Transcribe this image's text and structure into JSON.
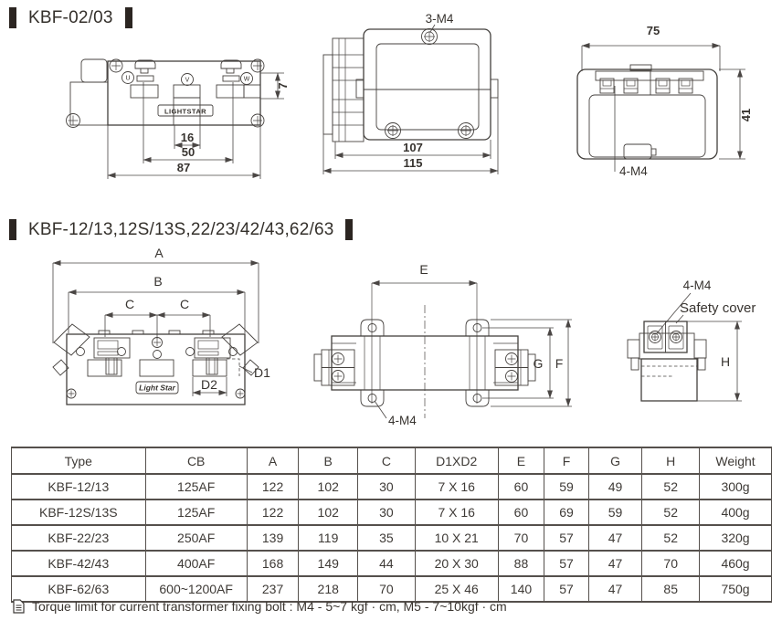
{
  "section1": {
    "title": "KBF-02/03",
    "front": {
      "u": "U",
      "v": "V",
      "w": "W",
      "brand": "LIGHTSTAR",
      "d16": "16",
      "d50": "50",
      "d87": "87",
      "d7": "7"
    },
    "side": {
      "callout": "3-M4",
      "d107": "107",
      "d115": "115"
    },
    "end": {
      "d75": "75",
      "d41": "41",
      "callout": "4-M4"
    }
  },
  "section2": {
    "title": "KBF-12/13,12S/13S,22/23/42/43,62/63",
    "front": {
      "a": "A",
      "b": "B",
      "c1": "C",
      "c2": "C",
      "d1": "D1",
      "d2": "D2",
      "brand": "Light Star"
    },
    "top": {
      "e": "E",
      "f": "F",
      "g": "G",
      "callout": "4-M4"
    },
    "side": {
      "callout": "4-M4",
      "safety": "Safety cover",
      "h": "H"
    }
  },
  "table": {
    "headers": [
      "Type",
      "CB",
      "A",
      "B",
      "C",
      "D1XD2",
      "E",
      "F",
      "G",
      "H",
      "Weight"
    ],
    "rows": [
      [
        "KBF-12/13",
        "125AF",
        "122",
        "102",
        "30",
        "7 X 16",
        "60",
        "59",
        "49",
        "52",
        "300g"
      ],
      [
        "KBF-12S/13S",
        "125AF",
        "122",
        "102",
        "30",
        "7 X 16",
        "60",
        "69",
        "59",
        "52",
        "400g"
      ],
      [
        "KBF-22/23",
        "250AF",
        "139",
        "119",
        "35",
        "10 X 21",
        "70",
        "57",
        "47",
        "52",
        "320g"
      ],
      [
        "KBF-42/43",
        "400AF",
        "168",
        "149",
        "44",
        "20 X 30",
        "88",
        "57",
        "47",
        "70",
        "460g"
      ],
      [
        "KBF-62/63",
        "600~1200AF",
        "237",
        "218",
        "70",
        "25 X 46",
        "140",
        "57",
        "47",
        "85",
        "750g"
      ]
    ]
  },
  "footnote": {
    "text": "Torque limit for current transformer fixing bolt : M4 - 5~7 kgf · cm, M5 - 7~10kgf · cm"
  }
}
